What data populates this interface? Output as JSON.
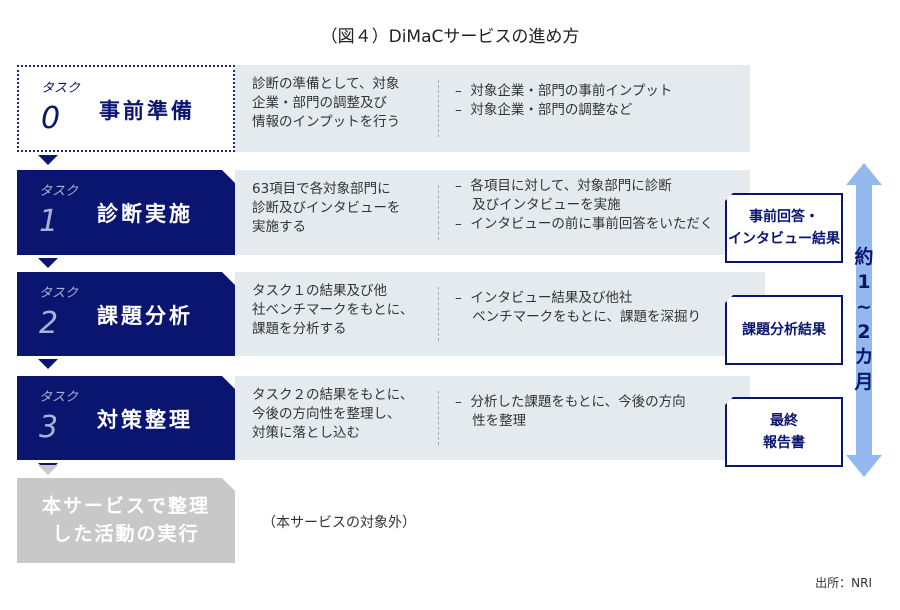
{
  "title": "（図４）DiMaCサービスの進め方",
  "tasks": [
    {
      "label": "タスク",
      "num": "0",
      "name": "事前準備",
      "desc": [
        "診断の準備として、対象",
        "企業・部門の調整及び",
        "情報のインプットを行う"
      ],
      "bullets": [
        "–  対象企業・部門の事前インプット",
        "–  対象企業・部門の調整など"
      ]
    },
    {
      "label": "タスク",
      "num": "1",
      "name": "診断実施",
      "desc": [
        "63項目で各対象部門に",
        "診断及びインタビューを",
        "実施する"
      ],
      "bullets": [
        "–  各項目に対して、対象部門に診断",
        "    及びインタビューを実施",
        "–  インタビューの前に事前回答をいただく"
      ]
    },
    {
      "label": "タスク",
      "num": "2",
      "name": "課題分析",
      "desc": [
        "タスク１の結果及び他",
        "社ベンチマークをもとに、",
        "課題を分析する"
      ],
      "bullets": [
        "–  インタビュー結果及び他社",
        "    ベンチマークをもとに、課題を深掘り"
      ]
    },
    {
      "label": "タスク",
      "num": "3",
      "name": "対策整理",
      "desc": [
        "タスク２の結果をもとに、",
        "今後の方向性を整理し、",
        "対策に落とし込む"
      ],
      "bullets": [
        "–  分析した課題をもとに、今後の方向",
        "    性を整理"
      ]
    }
  ],
  "final": {
    "name": [
      "本サービスで整理",
      "した活動の実行"
    ],
    "note": "（本サービスの対象外）"
  },
  "outputs": [
    [
      "事前回答・",
      "インタビュー結果"
    ],
    [
      "課題分析結果"
    ],
    [
      "最終",
      "報告書"
    ]
  ],
  "duration": [
    "約",
    "1",
    "~",
    "2",
    "カ",
    "月"
  ],
  "source": "出所：NRI"
}
